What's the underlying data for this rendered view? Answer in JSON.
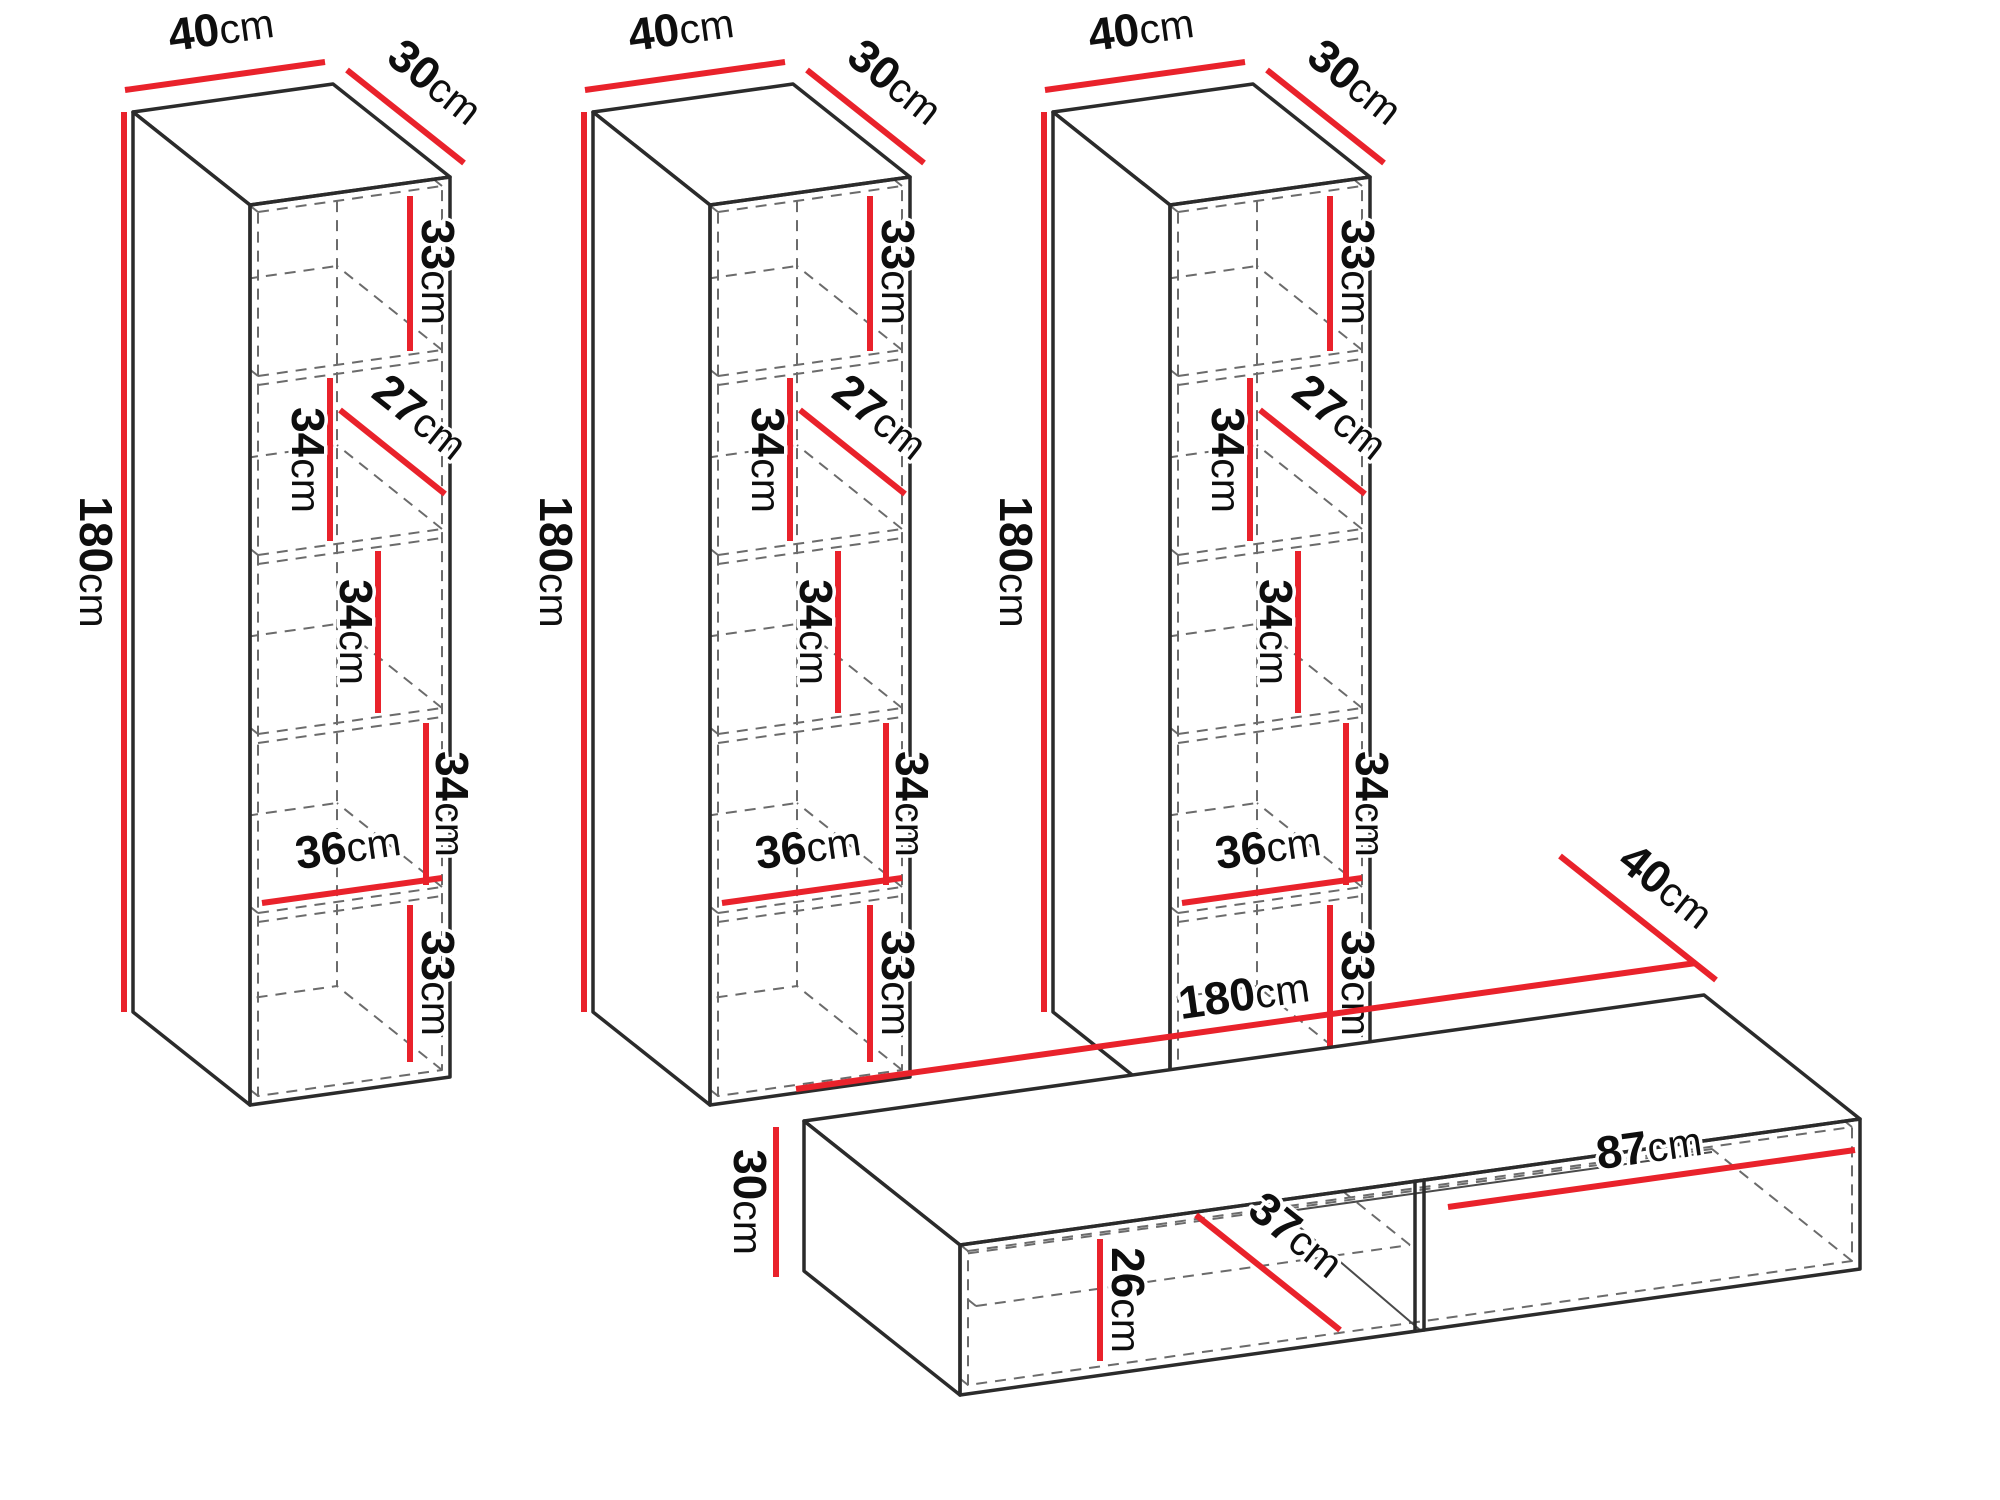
{
  "diagram": {
    "unit": "cm",
    "colors": {
      "dimension_line": "#e9222b",
      "outline": "#2b2b2b",
      "hidden_line": "#6b6b6b",
      "background": "#ffffff"
    },
    "cabinets": [
      {
        "width": "40",
        "depth": "30",
        "height": "180",
        "shelf_top": "33",
        "shelf_2": "34",
        "inner_depth": "27",
        "shelf_3": "34",
        "shelf_4": "34",
        "inner_width": "36",
        "shelf_bottom": "33"
      },
      {
        "width": "40",
        "depth": "30",
        "height": "180",
        "shelf_top": "33",
        "shelf_2": "34",
        "inner_depth": "27",
        "shelf_3": "34",
        "shelf_4": "34",
        "inner_width": "36",
        "shelf_bottom": "33"
      },
      {
        "width": "40",
        "depth": "30",
        "height": "180",
        "shelf_top": "33",
        "shelf_2": "34",
        "inner_depth": "27",
        "shelf_3": "34",
        "shelf_4": "34",
        "inner_width": "36",
        "shelf_bottom": "33"
      }
    ],
    "tv_stand": {
      "width": "180",
      "depth": "40",
      "height": "30",
      "inner_height": "26",
      "inner_depth": "37",
      "shelf_width": "87"
    }
  }
}
